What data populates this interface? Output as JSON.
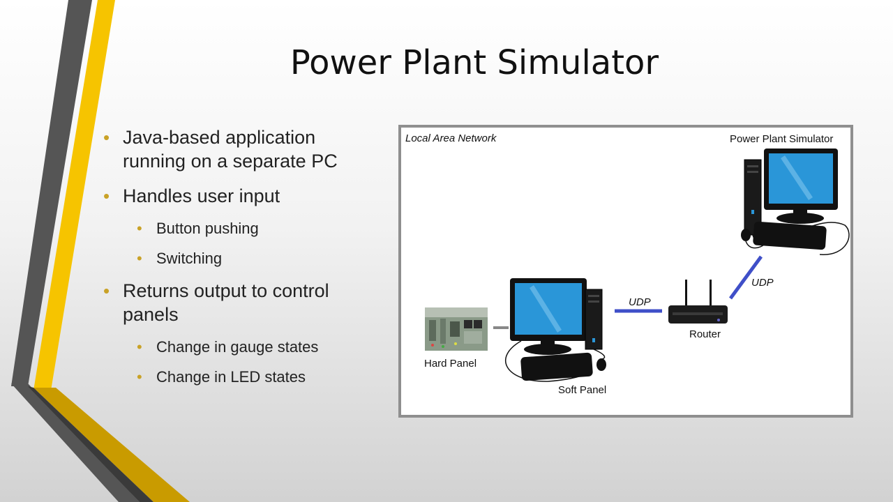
{
  "slide": {
    "title": "Power Plant Simulator",
    "bullets": [
      "Java-based application running on a separate PC",
      "Handles user input",
      "Button pushing",
      "Switching",
      "Returns output to control panels",
      "Change in gauge states",
      "Change in LED states"
    ],
    "bullet_glyph": "•"
  },
  "diagram": {
    "network_label": "Local Area Network",
    "simulator_label": "Power Plant Simulator",
    "udp_left": "UDP",
    "udp_right": "UDP",
    "router_label": "Router",
    "hard_panel_label": "Hard Panel",
    "soft_panel_label": "Soft Panel"
  },
  "colors": {
    "accent_gold": "#f6c400",
    "accent_dark": "#555555",
    "link_blue": "#3f4fc8",
    "bullet_gold": "#c9a227",
    "screen_blue": "#2a96d8"
  }
}
